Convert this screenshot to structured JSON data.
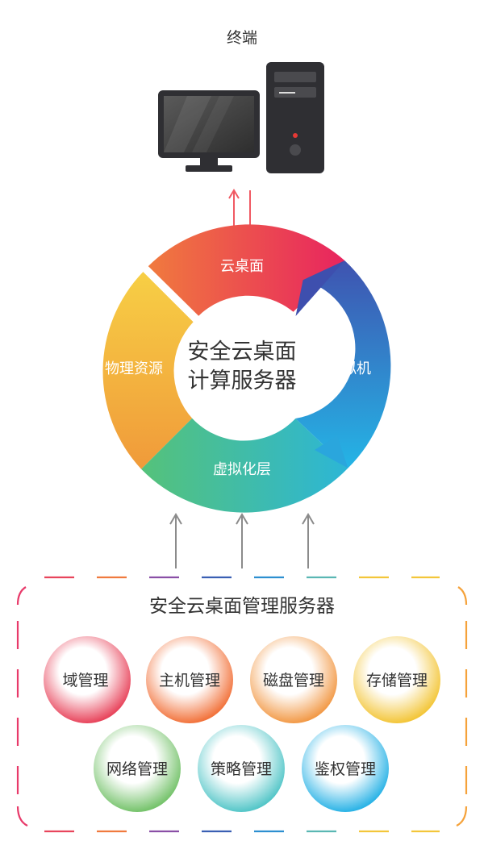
{
  "terminal": {
    "label": "终端",
    "icon": "desktop-computer-icon"
  },
  "ring": {
    "center_line1": "安全云桌面",
    "center_line2": "计算服务器",
    "segments": {
      "cloud_desktop": "云桌面",
      "virtual_machine": "虚拟机",
      "virtualization_layer": "虚拟化层",
      "physical_resources": "物理资源"
    }
  },
  "management": {
    "title": "安全云桌面管理服务器",
    "row1": [
      "域管理",
      "主机管理",
      "磁盘管理",
      "存储管理"
    ],
    "row2": [
      "网络管理",
      "策略管理",
      "鉴权管理"
    ]
  },
  "colors": {
    "red": "#e83a5e",
    "orange": "#f07c3a",
    "yellow": "#f6c443",
    "blue": "#3a5fb3",
    "cyan": "#27b6df",
    "green": "#6cc27a",
    "gray": "#8b8b8b"
  }
}
